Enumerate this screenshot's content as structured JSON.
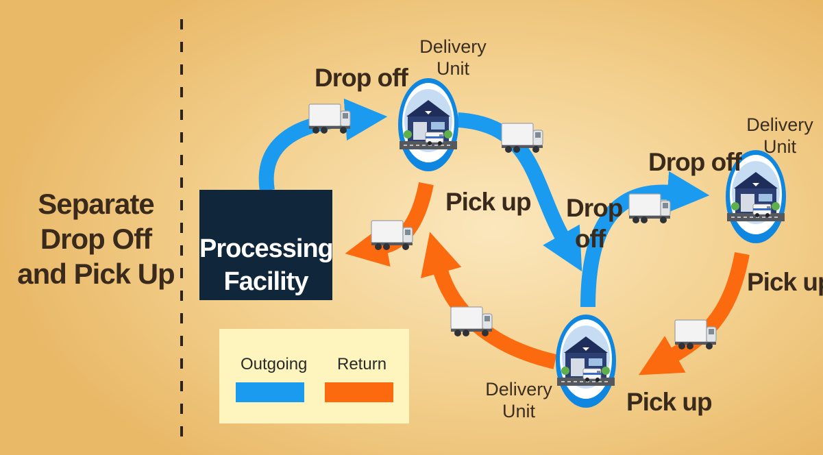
{
  "title": "Separate Drop Off and Pick Up",
  "facility_label": "Processing Facility",
  "unit_label": "Delivery Unit",
  "labels": {
    "drop_off": "Drop off",
    "pick_up": "Pick up"
  },
  "legend": {
    "outgoing": {
      "label": "Outgoing",
      "color": "#1a9bf0"
    },
    "return": {
      "label": "Return",
      "color": "#fb6a0f"
    }
  },
  "colors": {
    "facility_bg": "#10263a",
    "divider": "#2a2320",
    "unit_ring": "#0f86df",
    "text": "#3a2a1c"
  },
  "icons": [
    "truck-icon",
    "post-office-icon",
    "mail-van-icon"
  ]
}
